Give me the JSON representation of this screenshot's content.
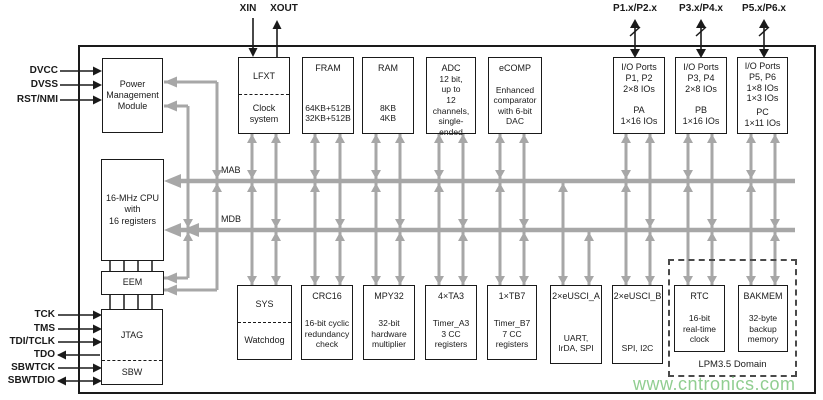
{
  "watermark": "www.cntronics.com",
  "colors": {
    "wire_gray": "#a7a7a7",
    "box_border": "#1a1a1a",
    "watermark_green": "#85c985"
  },
  "bus_labels": {
    "mab": "MAB",
    "mdb": "MDB"
  },
  "domain_box_label": "LPM3.5 Domain",
  "pins": {
    "power": [
      "DVCC",
      "DVSS",
      "RST/NMI"
    ],
    "debug": [
      "TCK",
      "TMS",
      "TDI/TCLK",
      "TDO",
      "SBWTCK",
      "SBWTDIO"
    ],
    "crystal": [
      "XIN",
      "XOUT"
    ],
    "ports": [
      "P1.x/P2.x",
      "P3.x/P4.x",
      "P5.x/P6.x"
    ]
  },
  "blocks": {
    "pmm": {
      "body": "Power\nManagement\nModule"
    },
    "cpu": {
      "body": "16-MHz CPU\nwith\n16 registers"
    },
    "eem": {
      "body": "EEM"
    },
    "jtag": {
      "top": "JTAG",
      "bottom": "SBW"
    },
    "lfxt": {
      "top": "LFXT",
      "bottom": "Clock\nsystem"
    },
    "fram": {
      "title": "FRAM",
      "body": "64KB+512B\n32KB+512B"
    },
    "ram": {
      "title": "RAM",
      "body": "8KB\n4KB"
    },
    "adc": {
      "title": "ADC",
      "body": "12 bit,\nup to\n12 channels,\nsingle-ended"
    },
    "ecomp": {
      "title": "eCOMP",
      "body": "Enhanced\ncomparator\nwith 6-bit\nDAC"
    },
    "io12": {
      "title": "I/O Ports\nP1, P2\n2×8 IOs",
      "body": "PA\n1×16 IOs"
    },
    "io34": {
      "title": "I/O Ports\nP3, P4\n2×8 IOs",
      "body": "PB\n1×16 IOs"
    },
    "io56": {
      "title": "I/O Ports\nP5, P6\n1×8 IOs\n1×3 IOs",
      "body": "PC\n1×11 IOs"
    },
    "sys": {
      "top": "SYS",
      "bottom": "Watchdog"
    },
    "crc": {
      "title": "CRC16",
      "body": "16-bit cyclic\nredundancy\ncheck"
    },
    "mpy": {
      "title": "MPY32",
      "body": "32-bit\nhardware\nmultiplier"
    },
    "ta3": {
      "title": "4×TA3",
      "body": "Timer_A3\n3 CC\nregisters"
    },
    "tb7": {
      "title": "1×TB7",
      "body": "Timer_B7\n7 CC\nregisters"
    },
    "uscia": {
      "title": "2×eUSCI_A",
      "body": "UART,\nIrDA, SPI"
    },
    "uscib": {
      "title": "2×eUSCI_B",
      "body": "SPI, I2C"
    },
    "rtc": {
      "title": "RTC",
      "body": "16-bit\nreal-time\nclock"
    },
    "bakmem": {
      "title": "BAKMEM",
      "body": "32-byte\nbackup\nmemory"
    }
  }
}
